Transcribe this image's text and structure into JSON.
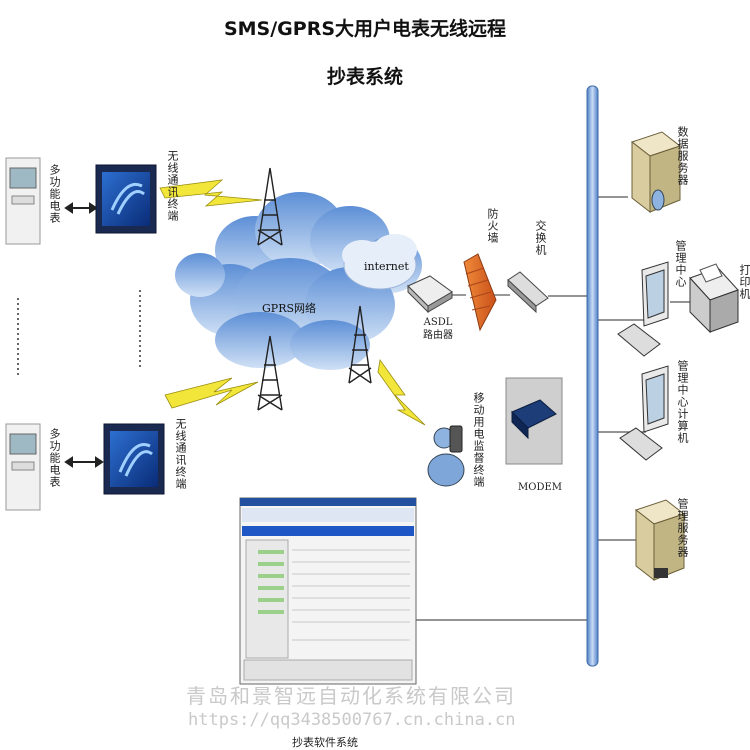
{
  "title": {
    "line1": "SMS/GPRS大用户电表无线远程",
    "line2": "抄表系统"
  },
  "labels": {
    "meter_top": "多功能电表",
    "meter_bottom": "多功能电表",
    "terminal_top": "无线通讯终端",
    "terminal_bottom": "无线通讯终端",
    "gprs_network": "GPRS网络",
    "internet": "internet",
    "adsl_router": "ASDL路由器",
    "firewall": "防火墙",
    "switch": "交换机",
    "mobile_terminal": "移动用电监督终端",
    "modem": "MODEM",
    "data_server": "数据服务器",
    "management_center": "管理中心",
    "printer": "打印机",
    "mgmt_computer": "管理中心计算机",
    "mgmt_server": "管理服务器",
    "software": "抄表软件系统"
  },
  "watermark": {
    "company": "青岛和景智远自动化系统有限公司",
    "url": "https://qq3438500767.cn.china.cn"
  },
  "icons": [
    "meter-icon",
    "terminal-icon",
    "tower-icon",
    "cloud-icon",
    "router-icon",
    "firewall-icon",
    "switch-icon",
    "server-icon",
    "computer-icon",
    "printer-icon",
    "modem-icon",
    "phone-user-icon",
    "lightning-icon",
    "software-window-icon"
  ]
}
